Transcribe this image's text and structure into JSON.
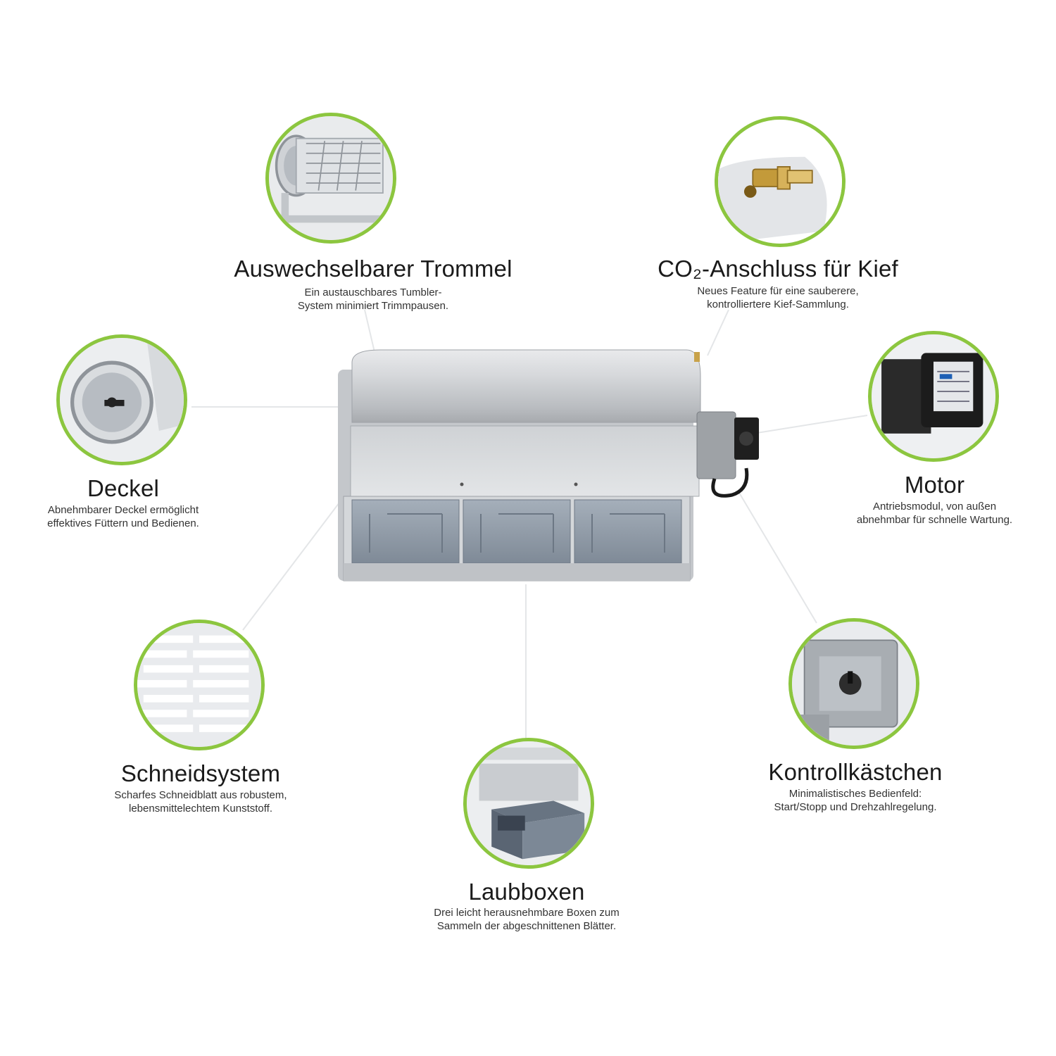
{
  "features": {
    "trommel": {
      "title": "Auswechselbarer Trommel",
      "desc_line1": "Ein austauschbares Tumbler-",
      "desc_line2": "System minimiert Trimmpausen.",
      "icon": "drum-icon"
    },
    "co2": {
      "title": "CO₂-Anschluss für Kief",
      "desc_line1": "Neues Feature für eine sauberere,",
      "desc_line2": "kontrolliertere Kief-Sammlung.",
      "icon": "brass-connector-icon"
    },
    "deckel": {
      "title": "Deckel",
      "desc_line1": "Abnehmbarer Deckel ermöglicht",
      "desc_line2": "effektives Füttern und Bedienen.",
      "icon": "lid-icon"
    },
    "motor": {
      "title": "Motor",
      "desc_line1": "Antriebsmodul, von außen",
      "desc_line2": "abnehmbar für schnelle Wartung.",
      "icon": "motor-icon"
    },
    "schneid": {
      "title": "Schneidsystem",
      "desc_line1": "Scharfes Schneidblatt aus robustem,",
      "desc_line2": "lebensmittelechtem Kunststoff.",
      "icon": "blade-grid-icon"
    },
    "kontroll": {
      "title": "Kontrollkästchen",
      "desc_line1": "Minimalistisches Bedienfeld:",
      "desc_line2": "Start/Stopp und  Drehzahlregelung.",
      "icon": "control-box-icon"
    },
    "laub": {
      "title": "Laubboxen",
      "desc_line1": "Drei leicht herausnehmbare Boxen zum",
      "desc_line2": "Sammeln der abgeschnittenen Blätter.",
      "icon": "tray-boxes-icon"
    }
  },
  "colors": {
    "accent_ring": "#8cc63f",
    "steel": "#c9ccd0",
    "tray": "#8e9aa8",
    "motor": "#222222"
  }
}
